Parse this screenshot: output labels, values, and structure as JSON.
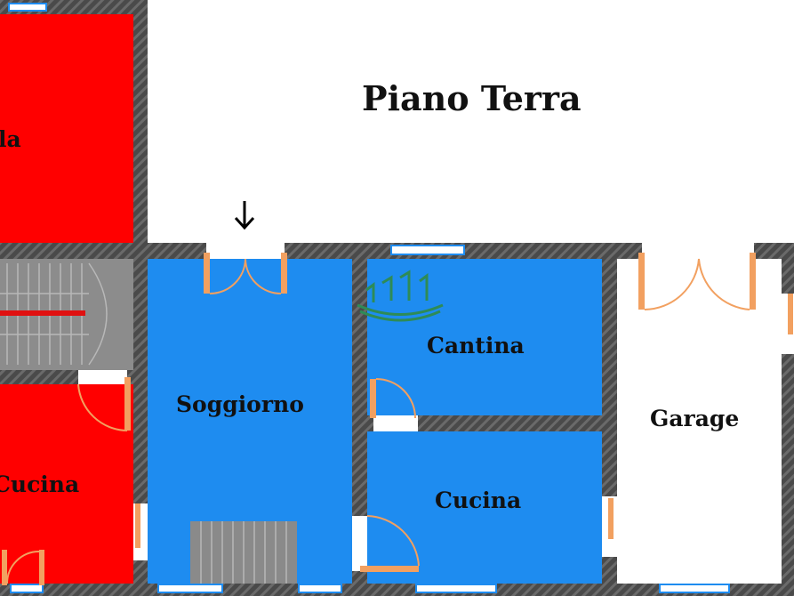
{
  "title": "Piano Terra",
  "rooms": {
    "left_upper": "la",
    "soggiorno": "Soggiorno",
    "cantina": "Cantina",
    "cucina_middle": "Cucina",
    "garage": "Garage",
    "cucina_left": "Cucina"
  },
  "colors": {
    "red_unit": "#ff0000",
    "blue_unit": "#1e8cf0",
    "garage": "#ffffff",
    "wall": "#555555",
    "door": "#f2a060",
    "window": "#1e8cf0",
    "stairs": "#8a8a8a",
    "logo": "#2e8b57"
  },
  "icons": {
    "entrance": "arrow-down-icon",
    "watermark": "logo-watermark"
  }
}
